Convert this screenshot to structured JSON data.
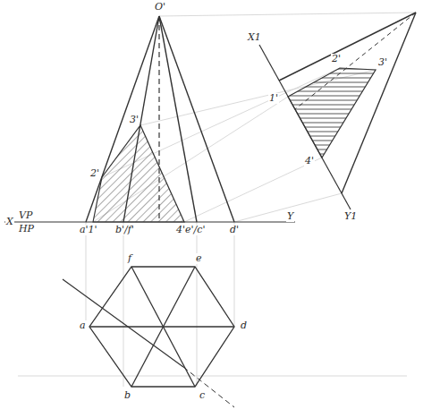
{
  "diagram": {
    "labels": [
      "O'",
      "2'",
      "3'",
      "X",
      "VP",
      "HP",
      "a'1'",
      "b'/f'",
      "4'e'/c'",
      "d'",
      "Y",
      "X1",
      "1'",
      "2'",
      "3'",
      "4'",
      "Y1",
      "f",
      "e",
      "a",
      "d",
      "b",
      "c"
    ]
  }
}
